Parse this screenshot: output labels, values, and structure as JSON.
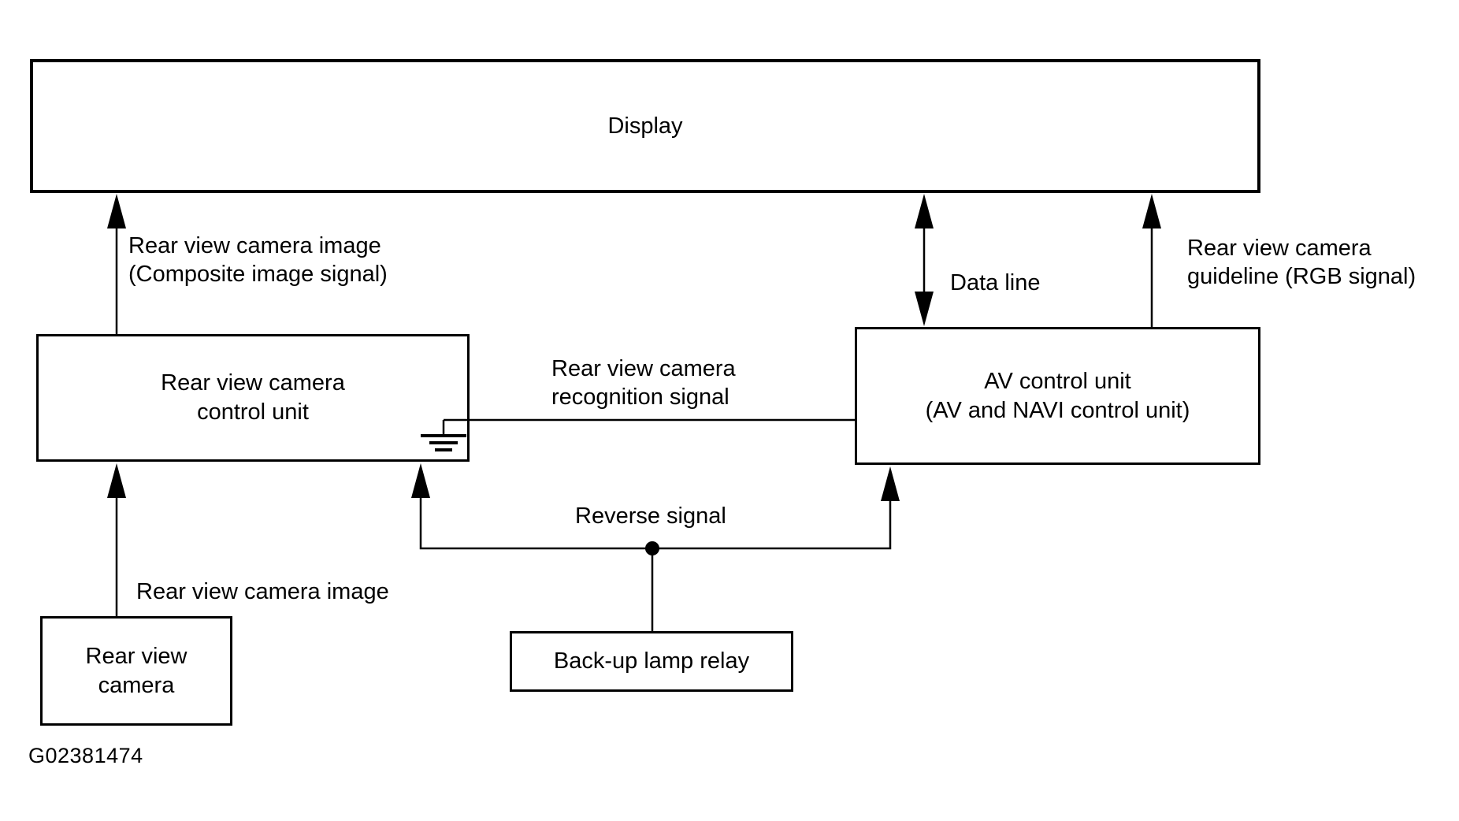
{
  "colors": {
    "background": "#ffffff",
    "ink": "#000000"
  },
  "boxes": {
    "display": {
      "label": "Display"
    },
    "camera_control_unit": {
      "line1": "Rear view camera",
      "line2": "control unit"
    },
    "av_control_unit": {
      "line1": "AV control unit",
      "line2": "(AV and NAVI control unit)"
    },
    "backup_lamp_relay": {
      "label": "Back-up lamp relay"
    },
    "rear_view_camera": {
      "line1": "Rear view",
      "line2": "camera"
    }
  },
  "signal_labels": {
    "composite_line1": "Rear view camera image",
    "composite_line2": "(Composite image signal)",
    "data_line": "Data line",
    "guideline_line1": "Rear view camera",
    "guideline_line2": "guideline (RGB signal)",
    "recognition_line1": "Rear view camera",
    "recognition_line2": "recognition signal",
    "reverse": "Reverse signal",
    "camera_image": "Rear view camera image"
  },
  "figure_id": "G02381474"
}
